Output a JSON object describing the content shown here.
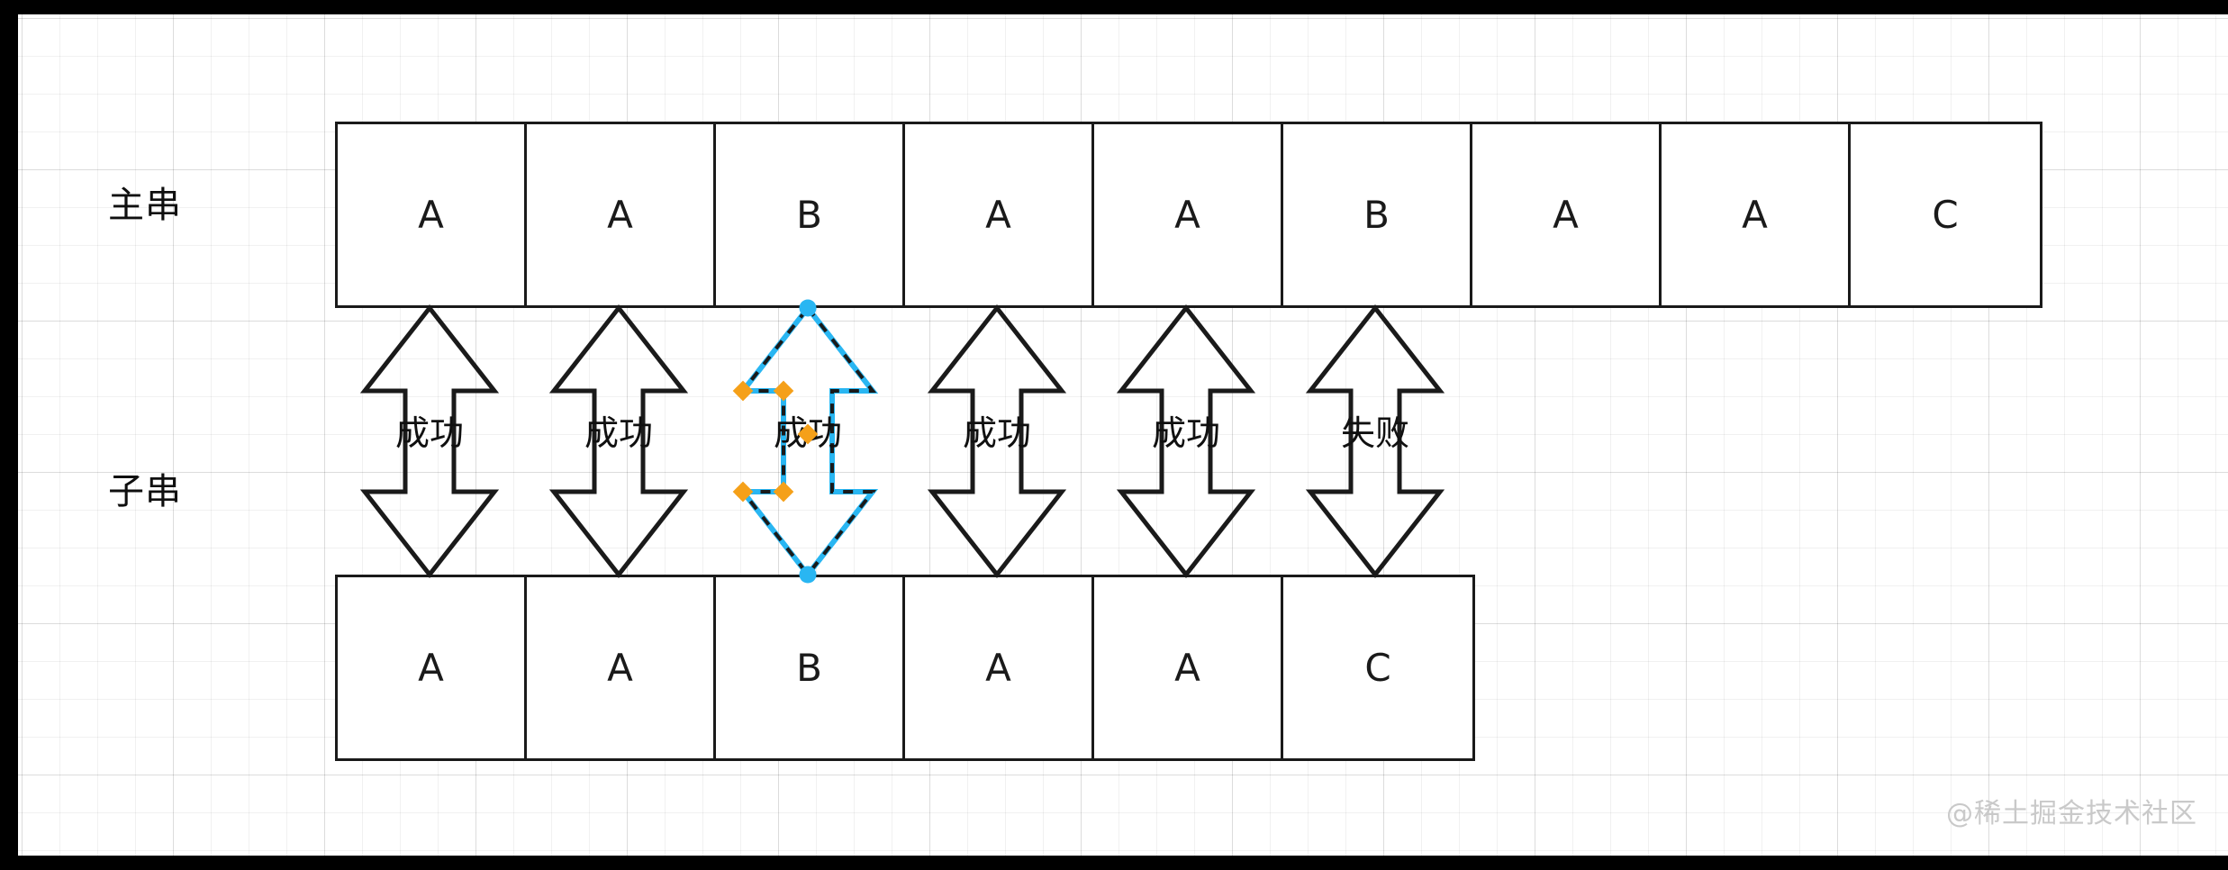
{
  "canvas": {
    "background": "#ffffff",
    "frame_color": "#000000",
    "grid_color": "#ececec"
  },
  "rows": {
    "main": {
      "label": "主串",
      "cells": [
        "A",
        "A",
        "B",
        "A",
        "A",
        "B",
        "A",
        "A",
        "C"
      ]
    },
    "sub": {
      "label": "子串",
      "cells": [
        "A",
        "A",
        "B",
        "A",
        "A",
        "C"
      ]
    }
  },
  "comparisons": [
    {
      "label": "成功",
      "selected": false
    },
    {
      "label": "成功",
      "selected": false
    },
    {
      "label": "成功",
      "selected": true
    },
    {
      "label": "成功",
      "selected": false
    },
    {
      "label": "成功",
      "selected": false
    },
    {
      "label": "失败",
      "selected": false
    }
  ],
  "selection": {
    "outline_color": "#29b6f2",
    "endpoint_color": "#29b6f2",
    "handle_color": "#f5a019"
  },
  "watermark": {
    "text": "@稀土掘金技术社区"
  }
}
